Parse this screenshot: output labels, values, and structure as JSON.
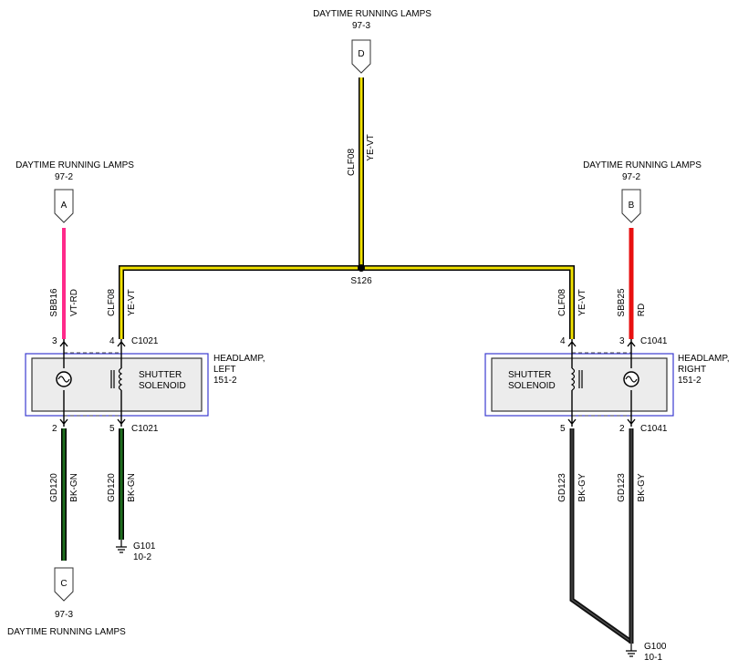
{
  "connectors": {
    "top": {
      "title": "DAYTIME RUNNING LAMPS",
      "page": "97-3",
      "letter": "D"
    },
    "left_top": {
      "title": "DAYTIME RUNNING LAMPS",
      "page": "97-2",
      "letter": "A"
    },
    "right_top": {
      "title": "DAYTIME RUNNING LAMPS",
      "page": "97-2",
      "letter": "B"
    },
    "left_bottom": {
      "title": "DAYTIME RUNNING LAMPS",
      "page": "97-3",
      "letter": "C"
    }
  },
  "splice": {
    "label": "S126"
  },
  "wires": {
    "top_feed": {
      "circuit": "CLF08",
      "color": "YE-VT"
    },
    "left_feed": {
      "circuit": "SBB16",
      "color": "VT-RD"
    },
    "left_shutter": {
      "circuit": "CLF08",
      "color": "YE-VT"
    },
    "right_shutter": {
      "circuit": "CLF08",
      "color": "YE-VT"
    },
    "right_feed": {
      "circuit": "SBB25",
      "color": "RD"
    },
    "left_ground_a": {
      "circuit": "GD120",
      "color": "BK-GN"
    },
    "left_ground_b": {
      "circuit": "GD120",
      "color": "BK-GN"
    },
    "right_ground_a": {
      "circuit": "GD123",
      "color": "BK-GY"
    },
    "right_ground_b": {
      "circuit": "GD123",
      "color": "BK-GY"
    }
  },
  "left_headlamp": {
    "name": "HEADLAMP,",
    "side": "LEFT",
    "page": "151-2",
    "solenoid_line1": "SHUTTER",
    "solenoid_line2": "SOLENOID",
    "top_connector": "C1021",
    "bottom_connector": "C1021",
    "pins": {
      "top_a": "3",
      "top_b": "4",
      "bottom_a": "2",
      "bottom_b": "5"
    }
  },
  "right_headlamp": {
    "name": "HEADLAMP,",
    "side": "RIGHT",
    "page": "151-2",
    "solenoid_line1": "SHUTTER",
    "solenoid_line2": "SOLENOID",
    "top_connector": "C1041",
    "bottom_connector": "C1041",
    "pins": {
      "top_a": "4",
      "top_b": "3",
      "bottom_a": "5",
      "bottom_b": "2"
    }
  },
  "grounds": {
    "left": {
      "label": "G101",
      "page": "10-2"
    },
    "right": {
      "label": "G100",
      "page": "10-1"
    }
  }
}
